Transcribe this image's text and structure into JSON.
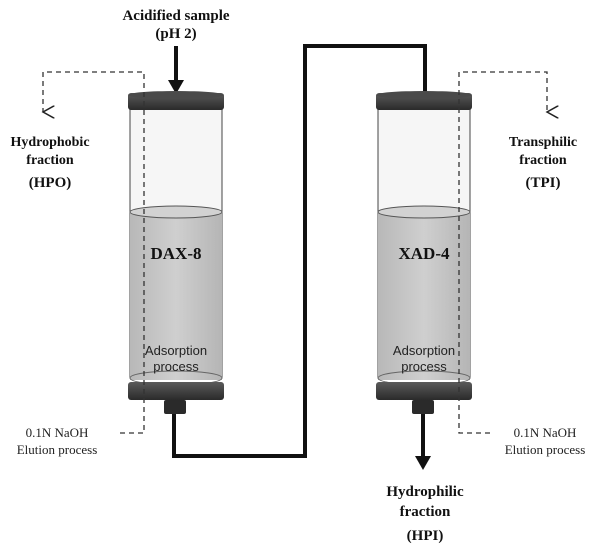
{
  "sample": {
    "line1": "Acidified sample",
    "line2": "(pH 2)"
  },
  "left_column": {
    "resin": "DAX-8",
    "process_line1": "Adsorption",
    "process_line2": "process",
    "fraction_line1": "Hydrophobic",
    "fraction_line2": "fraction",
    "fraction_abbr": "(HPO)",
    "elution_line1": "0.1N NaOH",
    "elution_line2": "Elution process"
  },
  "right_column": {
    "resin": "XAD-4",
    "process_line1": "Adsorption",
    "process_line2": "process",
    "fraction_line1": "Transphilic",
    "fraction_line2": "fraction",
    "fraction_abbr": "(TPI)",
    "elution_line1": "0.1N NaOH",
    "elution_line2": "Elution process"
  },
  "outlet": {
    "line1": "Hydrophilic",
    "line2": "fraction",
    "abbr": "(HPI)"
  },
  "colors": {
    "cap": "#3a3a3a",
    "resin": "#c4c4c4",
    "glass": "#f4f4f4",
    "line": "#111111"
  }
}
